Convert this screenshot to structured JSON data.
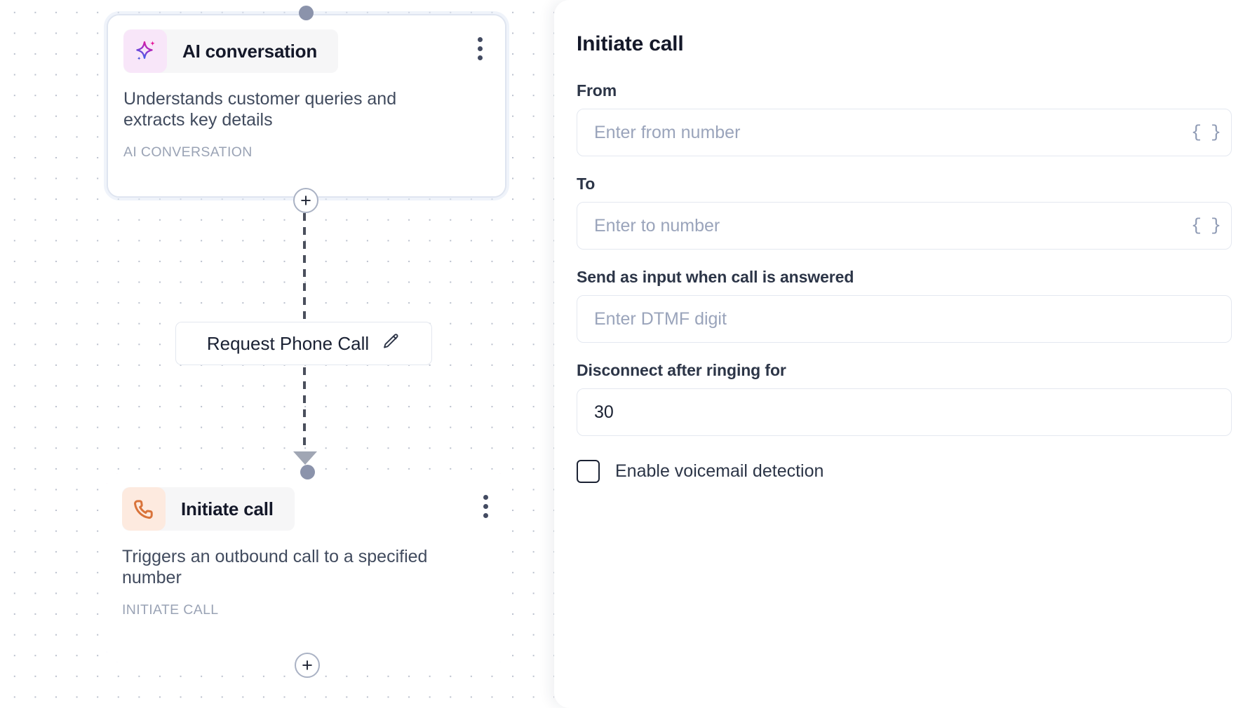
{
  "canvas": {
    "nodes": [
      {
        "id": "ai-conversation",
        "title": "AI conversation",
        "description": "Understands customer queries and extracts key details",
        "type_label": "AI CONVERSATION",
        "icon": "sparkle-icon",
        "icon_bg": "#f8e6f9",
        "selected": false
      },
      {
        "id": "initiate-call",
        "title": "Initiate call",
        "description": "Triggers an outbound call to a specified number",
        "type_label": "INITIATE CALL",
        "icon": "phone-icon",
        "icon_bg": "#fdeadf",
        "selected": true
      }
    ],
    "edge": {
      "label": "Request Phone Call",
      "edit_icon": "pencil-icon",
      "style": "dashed"
    },
    "add_buttons": {
      "label": "+"
    },
    "menu_icon": "more-vertical-icon"
  },
  "panel": {
    "title": "Initiate call",
    "fields": [
      {
        "key": "from",
        "label": "From",
        "placeholder": "Enter from number",
        "value": "",
        "adornment": "{ }",
        "adornment_name": "curly-braces-icon"
      },
      {
        "key": "to",
        "label": "To",
        "placeholder": "Enter to number",
        "value": "",
        "adornment": "{ }",
        "adornment_name": "curly-braces-icon"
      },
      {
        "key": "dtmf",
        "label": "Send as input when call is answered",
        "placeholder": "Enter DTMF digit",
        "value": "",
        "adornment": "",
        "adornment_name": ""
      },
      {
        "key": "ring_timeout",
        "label": "Disconnect after ringing for",
        "placeholder": "",
        "value": "30",
        "adornment": "",
        "adornment_name": ""
      }
    ],
    "checkbox": {
      "label": "Enable voicemail detection",
      "checked": false
    }
  },
  "colors": {
    "accent_gradient_start": "#e5197f",
    "accent_gradient_end": "#3d55f0",
    "node_border": "#dfe5f0",
    "text_primary": "#141829",
    "text_secondary": "#414b5e",
    "text_muted": "#9aa3b5",
    "handle": "#8b93ab"
  }
}
